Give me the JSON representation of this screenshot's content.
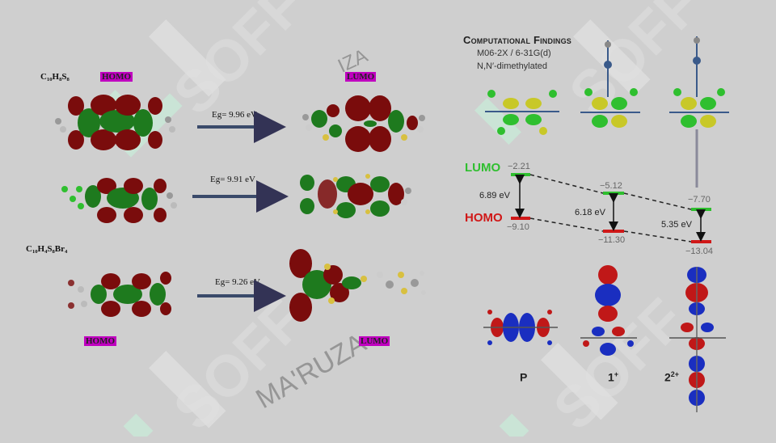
{
  "left_panel": {
    "formula_top": "C₁₀H₈S₈",
    "formula_bottom": "C₁₀H₄S₈Br₄",
    "homo_label": "HOMO",
    "lumo_label": "LUMO",
    "rows": [
      {
        "gap_label": "Eg= 9.96 eV"
      },
      {
        "gap_label": "Eg= 9.91 eV"
      },
      {
        "gap_label": "Eg= 9.26 eV"
      }
    ]
  },
  "right_panel": {
    "title": "Computational Findings",
    "method": "M06-2X / 6-31G(d)",
    "note": "N,N′-dimethylated",
    "lumo_name": "LUMO",
    "homo_name": "HOMO",
    "species": [
      {
        "name": "P",
        "sup": "",
        "lumo": "−2.21",
        "homo": "−9.10",
        "gap": "6.89 eV"
      },
      {
        "name": "1",
        "sup": "+",
        "lumo": "−5.12",
        "homo": "−11.30",
        "gap": "6.18 eV"
      },
      {
        "name": "2",
        "sup": "2+",
        "lumo": "−7.70",
        "homo": "−13.04",
        "gap": "5.35 eV"
      }
    ]
  },
  "watermarks": {
    "brand": "SOFF",
    "name": "MA'RUZA",
    "short": "IZA"
  },
  "colors": {
    "lumo": "#2fbf2f",
    "homo": "#d01818",
    "orbital_red": "#7a0c0c",
    "orbital_green": "#1e7a1e",
    "tag_bg": "#c000c0"
  }
}
